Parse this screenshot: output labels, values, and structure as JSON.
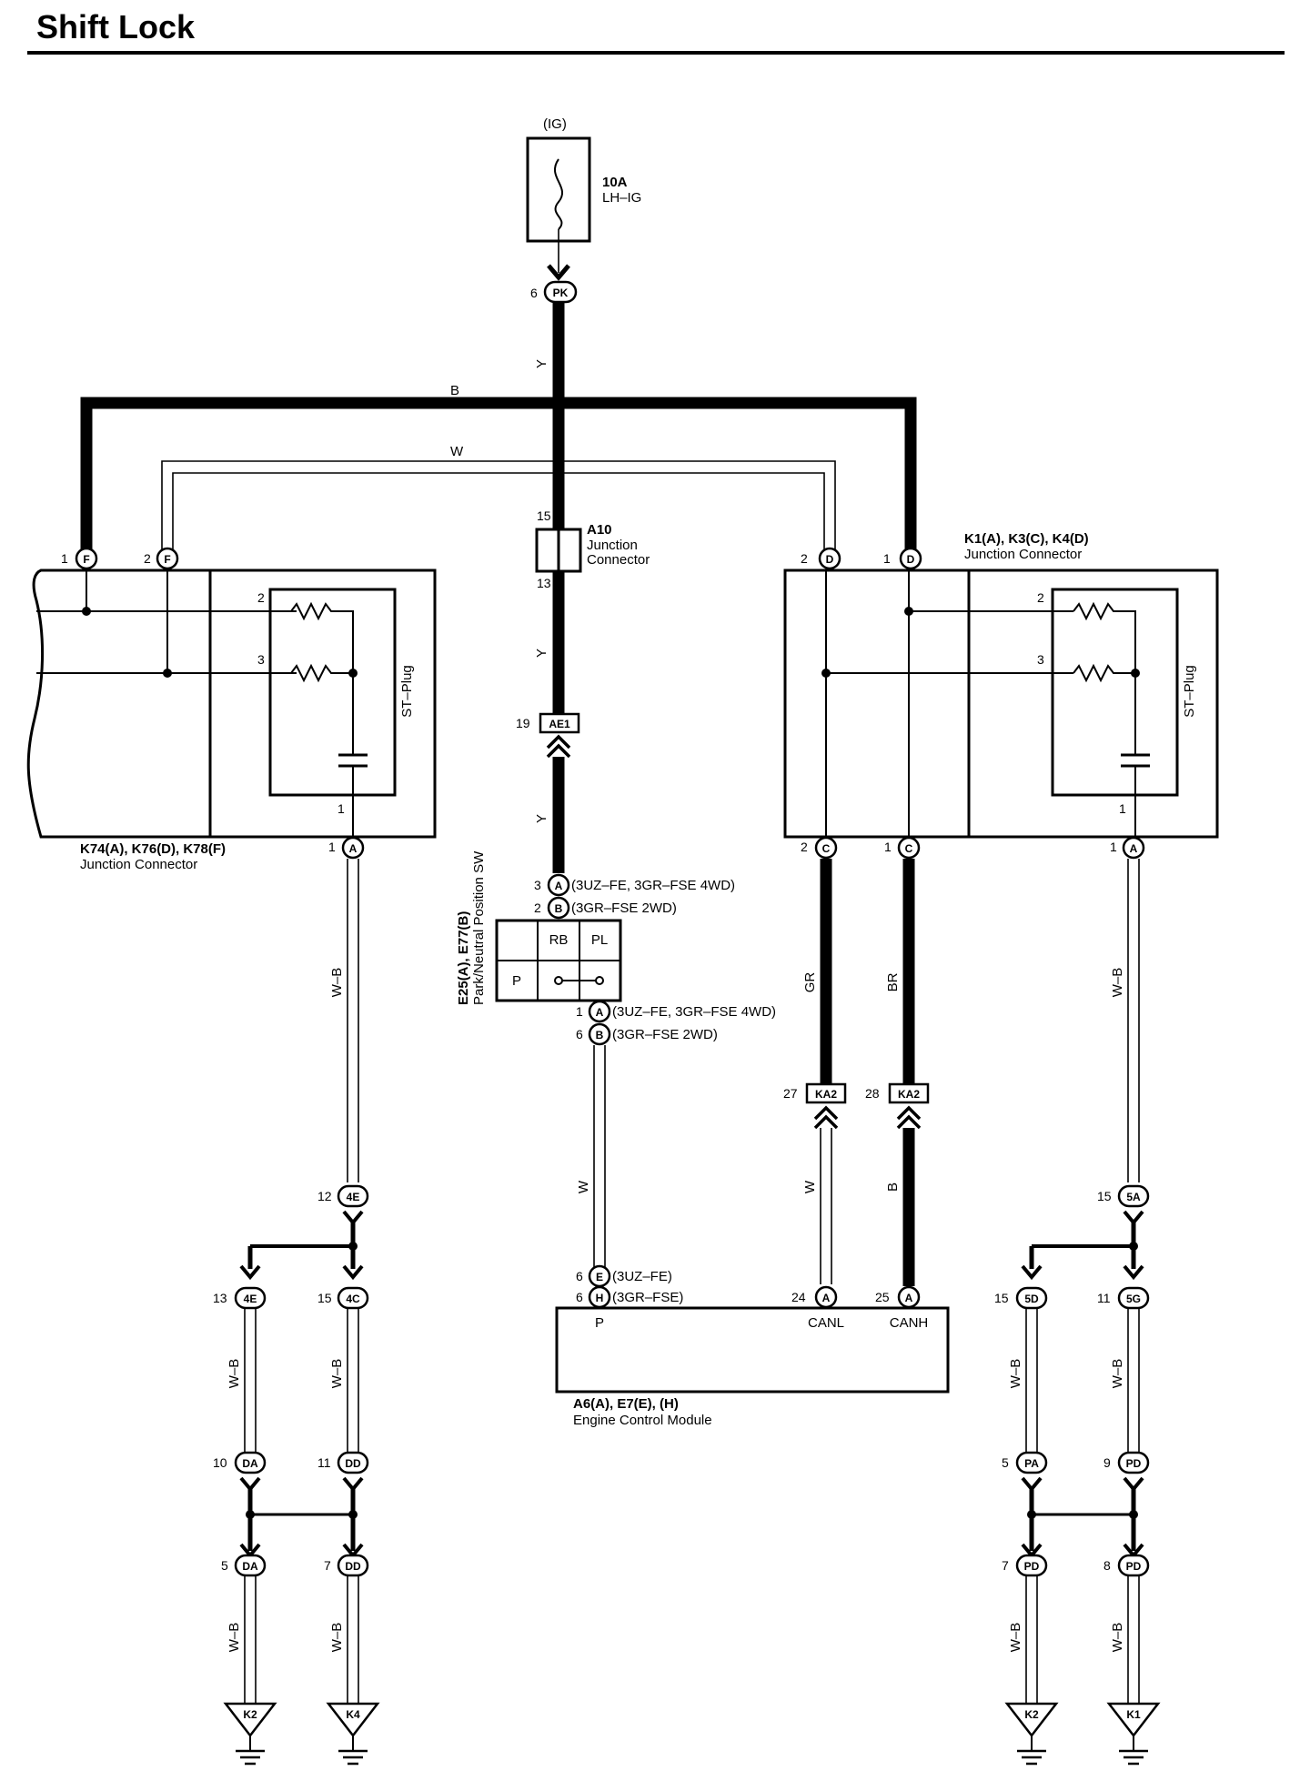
{
  "title": "Shift Lock",
  "fuse": {
    "source": "(IG)",
    "rating": "10A",
    "name": "LH–IG",
    "connector": "PK",
    "pin": "6"
  },
  "wire_colors": {
    "y": "Y",
    "b": "B",
    "w": "W",
    "wb": "W–B",
    "gr": "GR",
    "br": "BR"
  },
  "a10": {
    "name": "A10",
    "desc1": "Junction",
    "desc2": "Connector",
    "pin_top": "15",
    "pin_bottom": "13"
  },
  "ae1": {
    "label": "AE1",
    "pin": "19"
  },
  "left_jc": {
    "name": "K74(A), K76(D), K78(F)",
    "desc": "Junction Connector",
    "plug": "ST–Plug",
    "pin_f1": "1",
    "pin_f2": "2",
    "conn_f": "F",
    "pin_a": "1",
    "conn_a": "A",
    "r_pin2": "2",
    "r_pin3": "3",
    "c_pin1": "1"
  },
  "right_jc": {
    "name": "K1(A), K3(C), K4(D)",
    "desc": "Junction Connector",
    "plug": "ST–Plug",
    "pin_d2": "2",
    "pin_d1": "1",
    "conn_d": "D",
    "pin_c2": "2",
    "pin_c1": "1",
    "conn_c": "C",
    "pin_a": "1",
    "conn_a": "A",
    "r_pin2": "2",
    "r_pin3": "3",
    "c_pin1": "1"
  },
  "pnp": {
    "name": "E25(A), E77(B)",
    "desc": "Park/Neutral Position SW",
    "col1": "RB",
    "col2": "PL",
    "row1": "P",
    "top_a_pin": "3",
    "top_a_note": "(3UZ–FE,  3GR–FSE 4WD)",
    "top_b_pin": "2",
    "top_b_note": "(3GR–FSE 2WD)",
    "bot_a_pin": "1",
    "bot_a_note": "(3UZ–FE,  3GR–FSE 4WD)",
    "bot_b_pin": "6",
    "bot_b_note": "(3GR–FSE 2WD)"
  },
  "ka2": {
    "label": "KA2",
    "pin_l": "27",
    "pin_r": "28"
  },
  "ecm": {
    "name": "A6(A), E7(E), (H)",
    "desc": "Engine Control Module",
    "p_label": "P",
    "canl": "CANL",
    "canh": "CANH",
    "e_pin": "6",
    "e_note": "(3UZ–FE)",
    "h_pin": "6",
    "h_note": "(3GR–FSE)",
    "canl_pin": "24",
    "canh_pin": "25"
  },
  "left_ground": {
    "j4e_pin": "12",
    "j4e": "4E",
    "a4e_pin": "13",
    "a4e": "4E",
    "a4c_pin": "15",
    "a4c": "4C",
    "da_top_pin": "10",
    "da": "DA",
    "dd_top_pin": "11",
    "dd": "DD",
    "da_bot_pin": "5",
    "dd_bot_pin": "7",
    "g1": "K2",
    "g2": "K4"
  },
  "right_ground": {
    "j5a_pin": "15",
    "j5a": "5A",
    "a5d_pin": "15",
    "a5d": "5D",
    "a5g_pin": "11",
    "a5g": "5G",
    "pa_pin": "5",
    "pa": "PA",
    "pd_top_pin": "9",
    "pd": "PD",
    "pd_bl_pin": "7",
    "pd_br_pin": "8",
    "g1": "K2",
    "g2": "K1"
  }
}
